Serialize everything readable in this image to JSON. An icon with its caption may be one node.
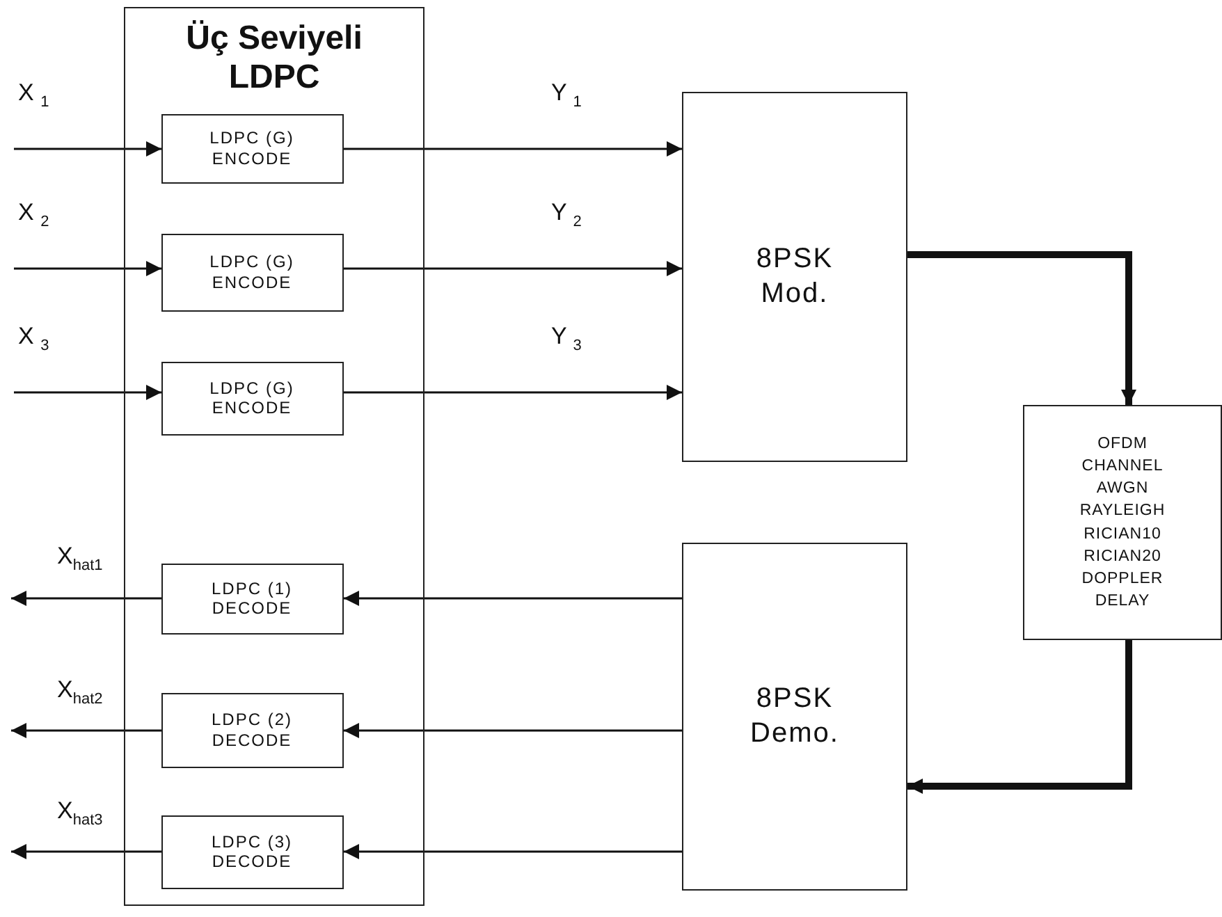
{
  "diagram": {
    "nodes": [
      {
        "text": [
          "Üç Seviyeli LDPC"
        ]
      },
      {
        "text": [
          "LDPC (G) ENCODE"
        ],
        "in": 0
      },
      {
        "text": [
          "LDPC (G) ENCODE"
        ],
        "in": 0
      },
      {
        "text": [
          "LDPC (G) ENCODE"
        ],
        "in": 0
      },
      {
        "text": [
          "8PSK Mod."
        ]
      },
      {
        "text": [
          "OFDM CHANNEL AWGN RAYLEIGH RICIAN10 RICIAN20 DOPPLER DELAY"
        ]
      },
      {
        "text": [
          "LDPC (1) DECODE"
        ],
        "in": 0
      },
      {
        "text": [
          "LDPC (2) DECODE"
        ],
        "in": 0
      },
      {
        "text": [
          "LDPC (3) DECODE"
        ],
        "in": 0
      },
      {
        "text": [
          "8PSK Demo."
        ]
      }
    ],
    "edges": [
      {
        "from": null,
        "to": 1,
        "arrow": "to",
        "label": "X $_{1}$"
      },
      {
        "from": null,
        "to": 2,
        "arrow": "to",
        "label": "X $_{2}$"
      },
      {
        "from": null,
        "to": 3,
        "arrow": "to",
        "label": "X $_{3}$"
      },
      {
        "from": 1,
        "to": 4,
        "arrow": "to",
        "label": "Y $_{1}$"
      },
      {
        "from": 2,
        "to": 4,
        "arrow": "to",
        "label": "Y $_{2}$"
      },
      {
        "from": 3,
        "to": 4,
        "arrow": "to",
        "label": "Y $_{3}$"
      },
      {
        "from": 4,
        "to": 5,
        "arrow": "to",
        "style": "thick"
      },
      {
        "from": 5,
        "to": 9,
        "arrow": "to",
        "style": "thick"
      },
      {
        "from": 9,
        "to": 6,
        "arrow": "to"
      },
      {
        "from": 9,
        "to": 7,
        "arrow": "to"
      },
      {
        "from": 9,
        "to": 8,
        "arrow": "to"
      },
      {
        "from": 6,
        "to": null,
        "arrow": "to",
        "label": "X$_{hat1}$"
      },
      {
        "from": 7,
        "to": null,
        "arrow": "to",
        "label": "X$_{hat2}$"
      },
      {
        "from": 8,
        "to": null,
        "arrow": "to",
        "label": "X$_{hat3}$"
      }
    ]
  }
}
